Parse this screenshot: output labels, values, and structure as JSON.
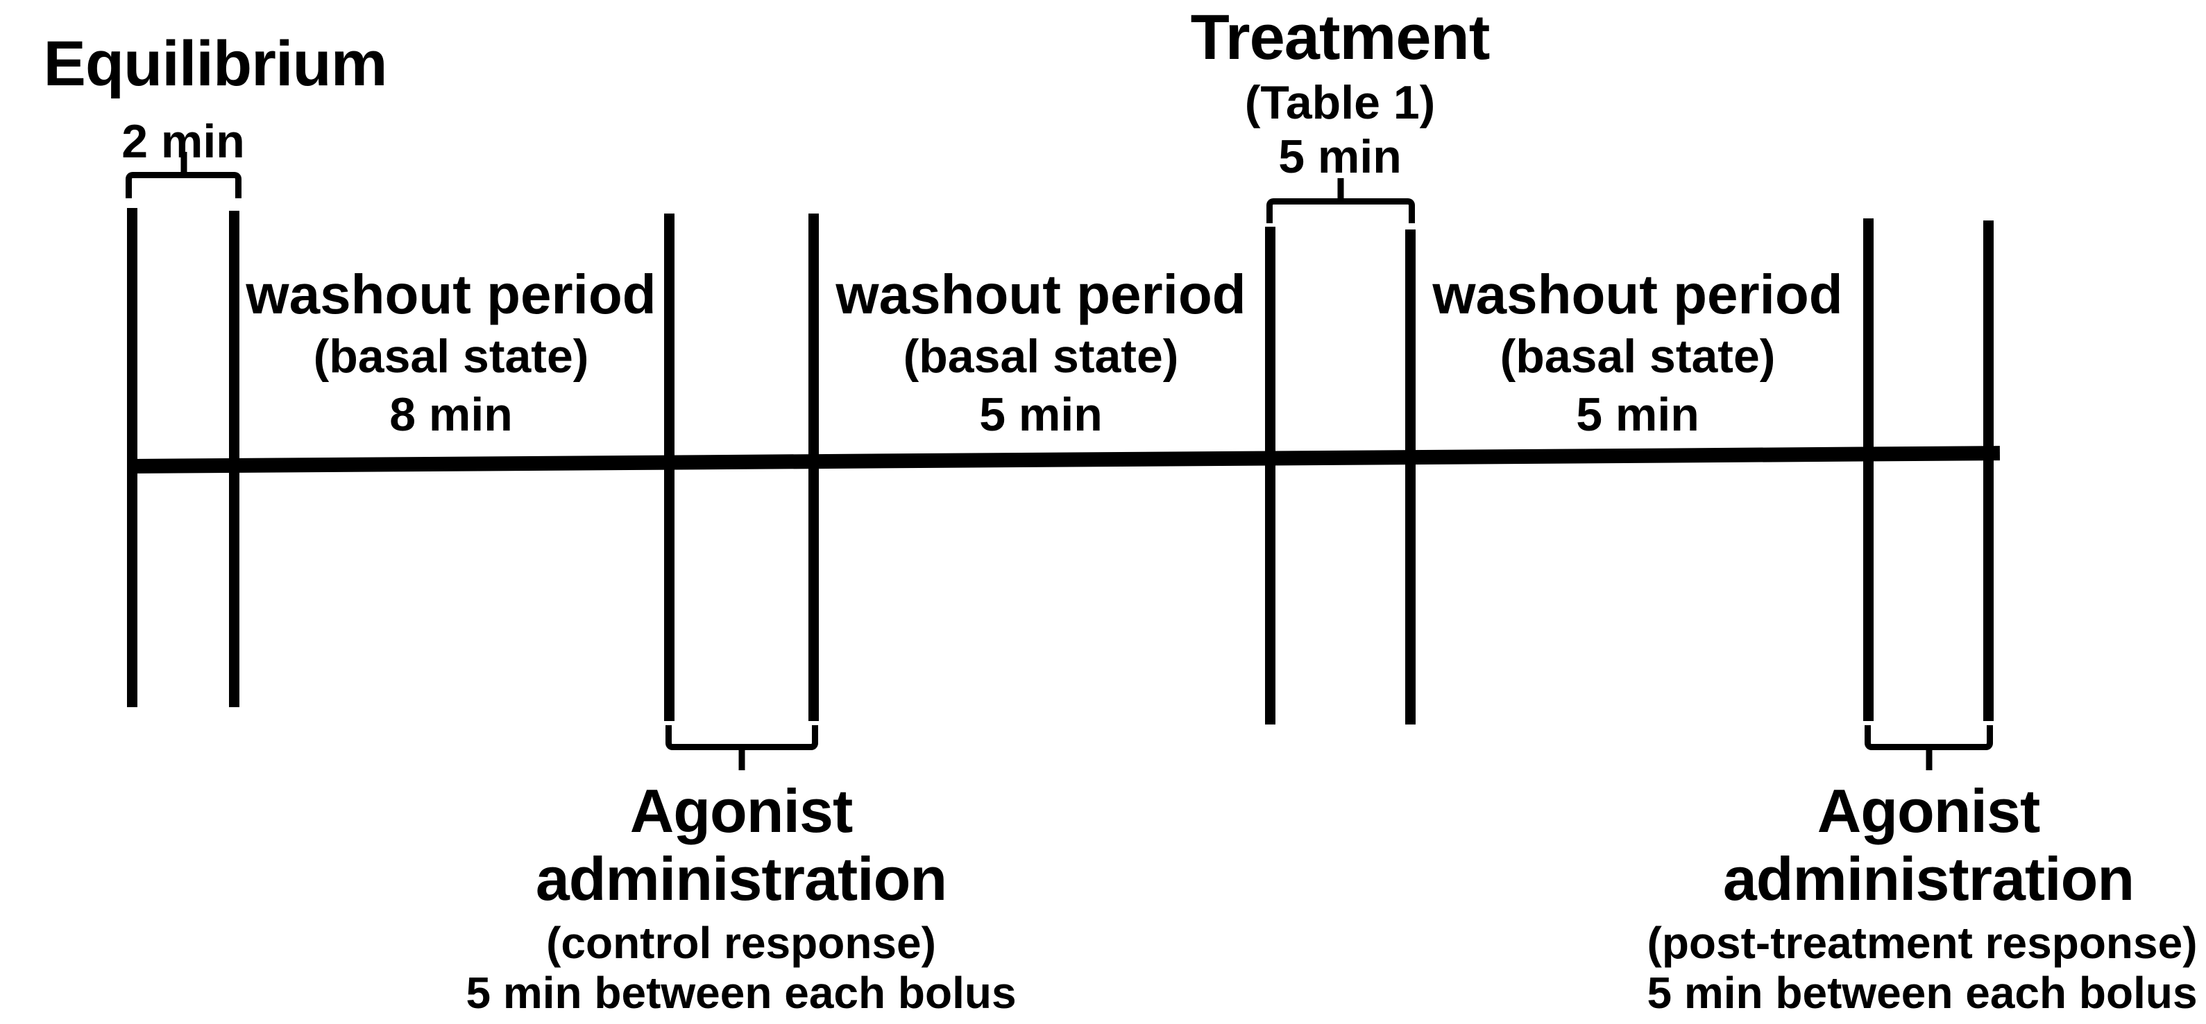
{
  "figure": {
    "background": "#FFFFFF",
    "ink": "#000000",
    "type": "experimental-protocol-timeline"
  },
  "equilibrium": {
    "title": "Equilibrium",
    "duration": "2 min"
  },
  "washout1": {
    "line1": "washout period",
    "line2": "(basal state)",
    "line3": "8 min"
  },
  "agonist_control": {
    "line1": "Agonist",
    "line2": "administration",
    "line3": "(control response)",
    "line4": "5 min between each bolus"
  },
  "washout2": {
    "line1": "washout period",
    "line2": "(basal state)",
    "line3": "5 min"
  },
  "treatment": {
    "title": "Treatment",
    "subtitle": "(Table 1)",
    "duration": "5 min"
  },
  "washout3": {
    "line1": "washout period",
    "line2": "(basal state)",
    "line3": "5 min"
  },
  "agonist_post": {
    "line1": "Agonist",
    "line2": "administration",
    "line3": "(post-treatment response)",
    "line4": "5 min between each bolus"
  }
}
